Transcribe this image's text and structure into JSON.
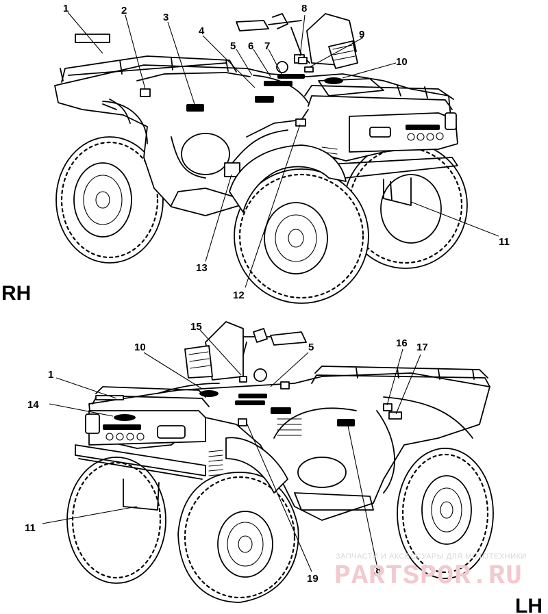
{
  "views": {
    "right": {
      "label": "RH",
      "callouts": [
        "1",
        "2",
        "3",
        "4",
        "5",
        "6",
        "7",
        "8",
        "9",
        "10",
        "11",
        "12",
        "13"
      ]
    },
    "left": {
      "label": "LH",
      "callouts": [
        "15",
        "10",
        "5",
        "1",
        "14",
        "16",
        "17",
        "11",
        "19",
        "18"
      ]
    }
  },
  "watermark": {
    "top_text": "ЗАПЧАСТИ И АКСЕССУАРЫ ДЛЯ МОТОТЕХНИКИ",
    "main_text": "PARTSPOR.RU"
  }
}
